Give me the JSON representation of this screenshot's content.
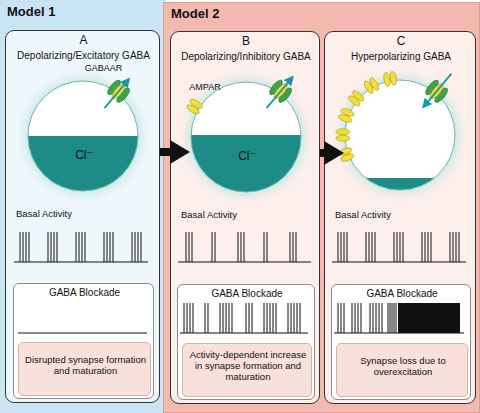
{
  "diagram": {
    "nodes": [
      {
        "text": [
          "Model 1"
        ]
      },
      {
        "text": [
          "A",
          "Depolarizing/Excitatory GABA",
          "Basal Activity"
        ],
        "in": 0
      },
      {
        "text": [
          "GABAAR",
          "Cl⁻"
        ],
        "in": 1
      },
      {
        "text": [
          "GABA Blockade"
        ],
        "in": 1
      },
      {
        "text": [
          "Disrupted synapse formation and maturation"
        ],
        "in": 3
      },
      {
        "text": [
          "Model 2"
        ]
      },
      {
        "text": [
          "B",
          "Depolarizing/Inhibitory GABA",
          "Basal Activity"
        ],
        "in": 5
      },
      {
        "text": [
          "AMPAR",
          "Cl⁻"
        ],
        "in": 6
      },
      {
        "text": [
          "GABA Blockade"
        ],
        "in": 6
      },
      {
        "text": [
          "Activity-dependent increase in synapse formation and maturation"
        ],
        "in": 8
      },
      {
        "text": [
          "C",
          "Hyperpolarizing GABA",
          "Basal Activity"
        ],
        "in": 5
      },
      {
        "text": [
          "GABA Blockade"
        ],
        "in": 10
      },
      {
        "text": [
          "Synapse loss due to overexcitation"
        ],
        "in": 11
      }
    ],
    "edges": [
      {
        "from": 1,
        "to": 6,
        "arrow": "to"
      },
      {
        "from": 6,
        "to": 10,
        "arrow": "to"
      }
    ]
  }
}
